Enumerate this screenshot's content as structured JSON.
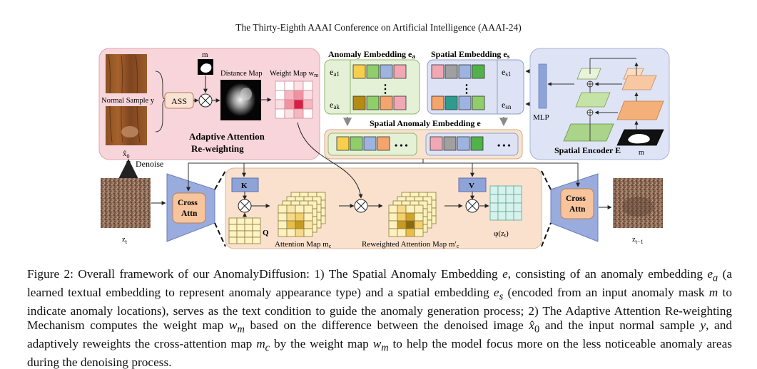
{
  "header": {
    "conference": "The Thirty-Eighth AAAI Conference on Artificial Intelligence (AAAI-24)"
  },
  "figure": {
    "normal_sample_label": "Normal Sample y",
    "ass_label": "ASS",
    "mask_label": "m",
    "distance_map_label": "Distance Map",
    "weight_map_label": "Weight Map w",
    "weight_map_sub": "m",
    "aar_title_line1": "Adaptive Attention",
    "aar_title_line2": "Re-weighting",
    "x0_label": "x̂",
    "x0_sub": "0",
    "denoise_label": "Denoise",
    "anomaly_embedding_title": "Anomaly Embedding e",
    "anomaly_embedding_sub": "a",
    "ea1": "e",
    "ea1_sub": "a1",
    "eak": "e",
    "eak_sub": "ak",
    "spatial_embedding_title": "Spatial Embedding e",
    "spatial_embedding_sub": "s",
    "es1": "e",
    "es1_sub": "s1",
    "esn": "e",
    "esn_sub": "sn",
    "ellipsis_vertical": "⋮",
    "spatial_anomaly_embedding_title": "Spatial Anomaly Embedding e",
    "ellipsis": "• • •",
    "mlp_label": "MLP",
    "spatial_encoder_label": "Spatial Encoder E",
    "encoder_mask_label": "m",
    "cross_attn_line1": "Cross",
    "cross_attn_line2": "Attn",
    "zt_label": "z",
    "zt_sub": "t",
    "ztm1_label": "z",
    "ztm1_sub": "t−1",
    "k_label": "K",
    "v_label": "V",
    "q_label": "Q",
    "attention_map_label": "Attention Map m",
    "attention_map_sub": "c",
    "reweighted_label": "Reweighted  Attention Map m′",
    "reweighted_sub": "c",
    "phi_label": "φ(z",
    "phi_sub": "t",
    "phi_close": ")"
  },
  "caption": {
    "p1": "Figure 2: Overall framework of our AnomalyDiffusion: 1) The Spatial Anomaly Embedding ",
    "v_e": "e",
    "p2": ", consisting of an anomaly embedding ",
    "v_ea": "e",
    "v_ea_sub": "a",
    "p3": " (a learned textual embedding to represent anomaly appearance type) and a spatial embedding ",
    "v_es": "e",
    "v_es_sub": "s",
    "p4": " (encoded from an input anomaly mask ",
    "v_m": "m",
    "p5": " to indicate anomaly locations), serves as the text condition to guide the anomaly generation process; 2) The Adaptive Attention Re-weighting Mechanism computes the weight map ",
    "v_wm": "w",
    "v_wm_sub": "m",
    "p6": " based on the difference between the denoised image ",
    "v_x0": "x̂",
    "v_x0_sub": "0",
    "p7": " and the input normal sample ",
    "v_y": "y",
    "p8": ", and adaptively reweights the cross-attention map ",
    "v_mc": "m",
    "v_mc_sub": "c",
    "p9": " by the weight map ",
    "v_wm2": "w",
    "v_wm2_sub": "m",
    "p10": " to help the model focus more on the less noticeable anomaly areas during the denoising process."
  }
}
